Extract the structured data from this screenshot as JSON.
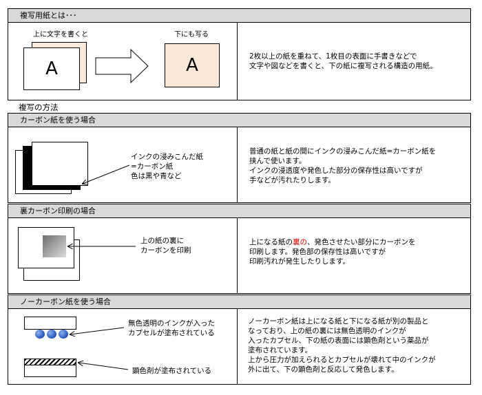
{
  "section1": {
    "header": "複写用紙とは･･･",
    "label_top": "上に文字を書くと",
    "label_bottom_sheet": "下にも写る",
    "letter": "A",
    "description": [
      "2枚以上の紙を重ねて、1枚目の表面に手書きなどで",
      "文字や図などを書くと、下の紙に複写される構造の用紙。"
    ]
  },
  "methods_title": "複写の方法",
  "carbon_paper": {
    "header": "カーボン紙を使う場合",
    "label": [
      "インクの浸みこんだ紙",
      "=カーボン紙",
      "色は黒や青など"
    ],
    "description": [
      "普通の紙と紙の間にインクの浸みこんだ紙=カーボン紙を",
      "挟んで使います。",
      "インクの浸透度や発色した部分の保存性は高いですが",
      "手などが汚れたりします。"
    ]
  },
  "back_carbon": {
    "header": "裏カーボン印刷の場合",
    "label": [
      "上の紙の裏に",
      "カーボンを印刷"
    ],
    "description_line1_pre": "上になる紙の",
    "description_line1_red": "裏の",
    "description_line1_post": "、発色させたい部分にカーボンを",
    "description_rest": [
      "印刷します。発色部の保存性は高いですが",
      "印刷汚れが発生したりします。"
    ]
  },
  "no_carbon": {
    "header": "ノーカーボン紙を使う場合",
    "label1": [
      "無色透明のインクが入った",
      "カプセルが塗布されている"
    ],
    "label2": "顕色剤が塗布されている",
    "description": [
      "ノーカーボン紙は上になる紙と下になる紙が別の製品と",
      "なっており、上の紙の裏には無色透明のインクが",
      "入ったカプセル、下の紙の表面には顕色剤という薬品が",
      "塗布されています。",
      "上から圧力が加えられるとカプセルが壊れて中のインクが",
      "外に出て、下の顕色剤と反応して発色します。"
    ]
  },
  "colors": {
    "header_bg": "#d9d9d9",
    "peach": "#fde9d9",
    "capsule": "#2f5fc4",
    "highlight": "#e00000"
  }
}
